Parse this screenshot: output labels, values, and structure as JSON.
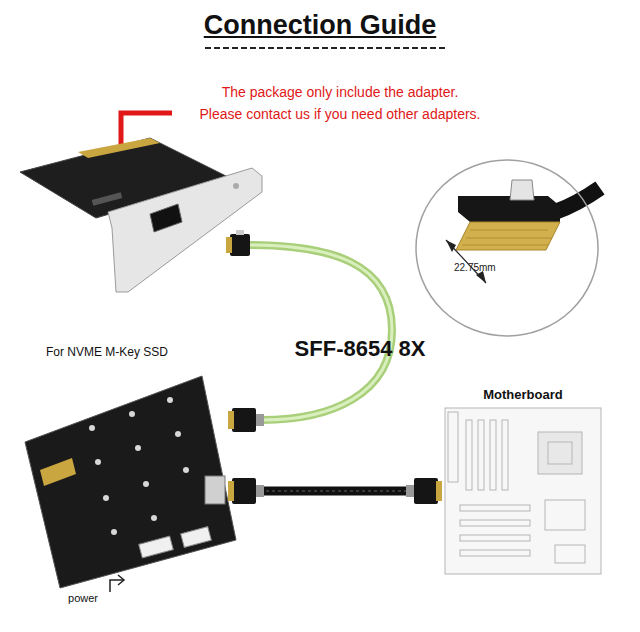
{
  "diagram": {
    "title": "Connection Guide",
    "nodes": [
      {
        "text": [
          "For NVME M-Key SSD"
        ]
      },
      {
        "text": [
          "Motherboard"
        ]
      },
      {
        "text": [
          "22.75mm"
        ]
      }
    ],
    "edges": [
      {
        "from": 0,
        "to": 1,
        "arrow": "none"
      }
    ],
    "labels": [
      "The package only include the adapter.",
      "Please contact us if you need other adapters.",
      "SFF-8654 8X",
      "power"
    ]
  }
}
